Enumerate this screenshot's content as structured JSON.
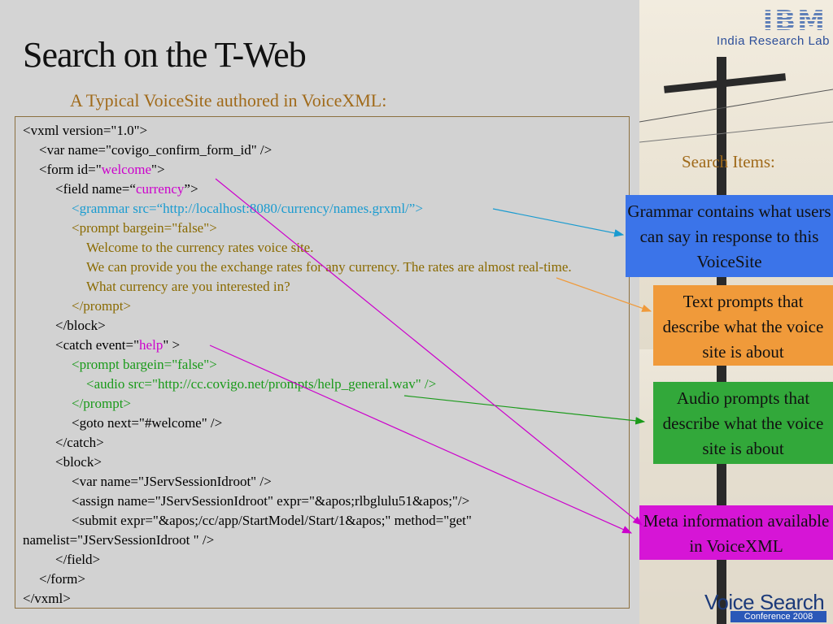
{
  "slide": {
    "title": "Search on the T-Web",
    "subtitle": "A Typical VoiceSite authored in VoiceXML:"
  },
  "branding": {
    "company": "IBM",
    "lab": "India  Research  Lab",
    "conference_logo": "Voice Search",
    "conference_sub": "Conference      2008"
  },
  "code": {
    "l1": "<vxml version=\"1.0\">",
    "l2": "<var name=\"covigo_confirm_form_id\" />",
    "l3a": "<form id=\"",
    "l3b": "welcome",
    "l3c": "\">",
    "l4a": "<field name=“",
    "l4b": "currency",
    "l4c": "”>",
    "l5": "<grammar src=“http://localhost:8080/currency/names.grxml/”>",
    "l6": "<prompt bargein=\"false\">",
    "l7": "Welcome to the currency rates voice site.",
    "l8": "We can provide you the exchange rates for any currency. The rates are almost real-time.",
    "l9": "What currency are you interested in?",
    "l10": "</prompt>",
    "l11": "</block>",
    "l12a": "<catch event=\"",
    "l12b": "help",
    "l12c": "\" >",
    "l13": "<prompt bargein=\"false\">",
    "l14": "<audio src=\"http://cc.covigo.net/prompts/help_general.wav\" />",
    "l15": "</prompt>",
    "l16": "<goto next=\"#welcome\" />",
    "l17": "</catch>",
    "l18": "<block>",
    "l19": "<var name=\"JServSessionIdroot\" />",
    "l20": "<assign name=\"JServSessionIdroot\" expr=\"&apos;rlbglulu51&apos;\"/>",
    "l21": "<submit expr=\"&apos;/cc/app/StartModel/Start/1&apos;\" method=\"get\"",
    "l22": "namelist=\"JServSessionIdroot \" />",
    "l23": "</field>",
    "l24": "</form>",
    "l25": "</vxml>"
  },
  "side": {
    "heading": "Search Items:",
    "grammar": "Grammar contains what users can say in response to this VoiceSite",
    "text_prompts": "Text prompts that describe what the voice site is about",
    "audio_prompts": "Audio prompts that describe what the voice site is about",
    "meta": "Meta information available in VoiceXML"
  },
  "colors": {
    "grammar": "#3b74e9",
    "text": "#f09a3a",
    "audio": "#32a83a",
    "meta": "#d615d6"
  }
}
